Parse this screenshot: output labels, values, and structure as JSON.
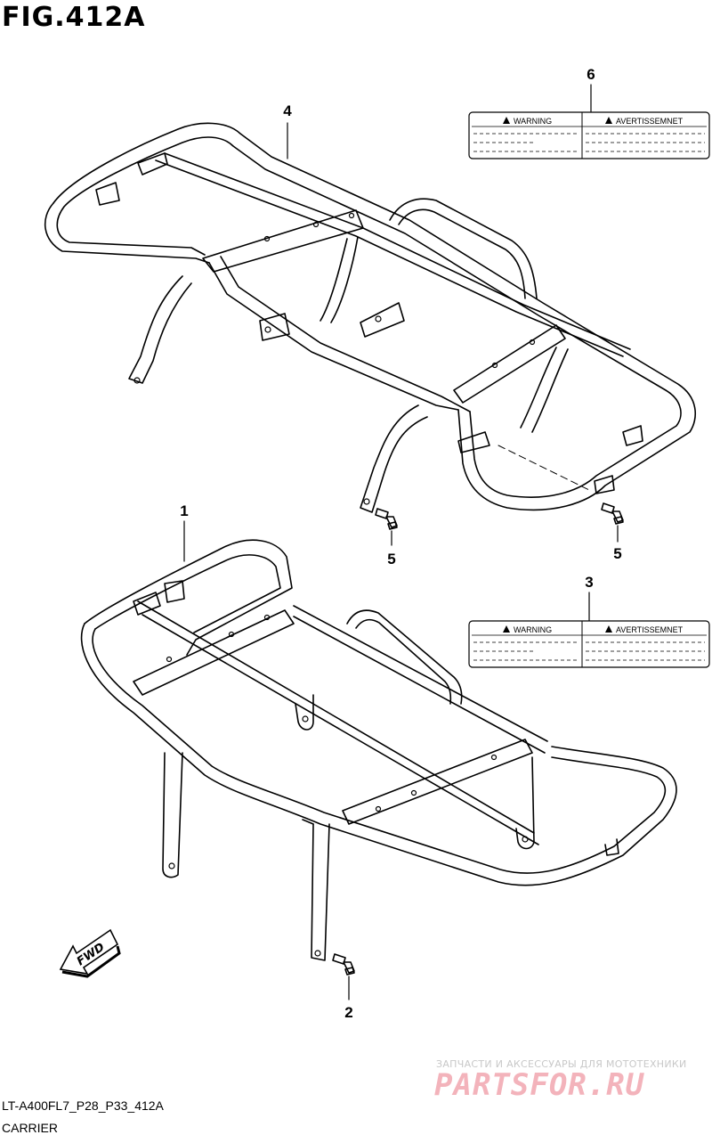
{
  "figure": {
    "title": "FIG.412A",
    "code": "LT-A400FL7_P28_P33_412A",
    "caption": "CARRIER"
  },
  "callouts": {
    "part_1": "1",
    "part_2": "2",
    "part_3": "3",
    "part_4": "4",
    "part_5_left": "5",
    "part_5_right": "5",
    "part_6": "6"
  },
  "labels": {
    "upper": {
      "left_header": "WARNING",
      "right_header": "AVERTISSEMNET"
    },
    "lower": {
      "left_header": "WARNING",
      "right_header": "AVERTISSEMNET"
    }
  },
  "fwd_arrow": {
    "text": "FWD"
  },
  "watermark": {
    "tagline": "ЗАПЧАСТИ И АКСЕССУАРЫ ДЛЯ МОТОТЕХНИКИ",
    "logo": "PARTSFOR.RU"
  }
}
